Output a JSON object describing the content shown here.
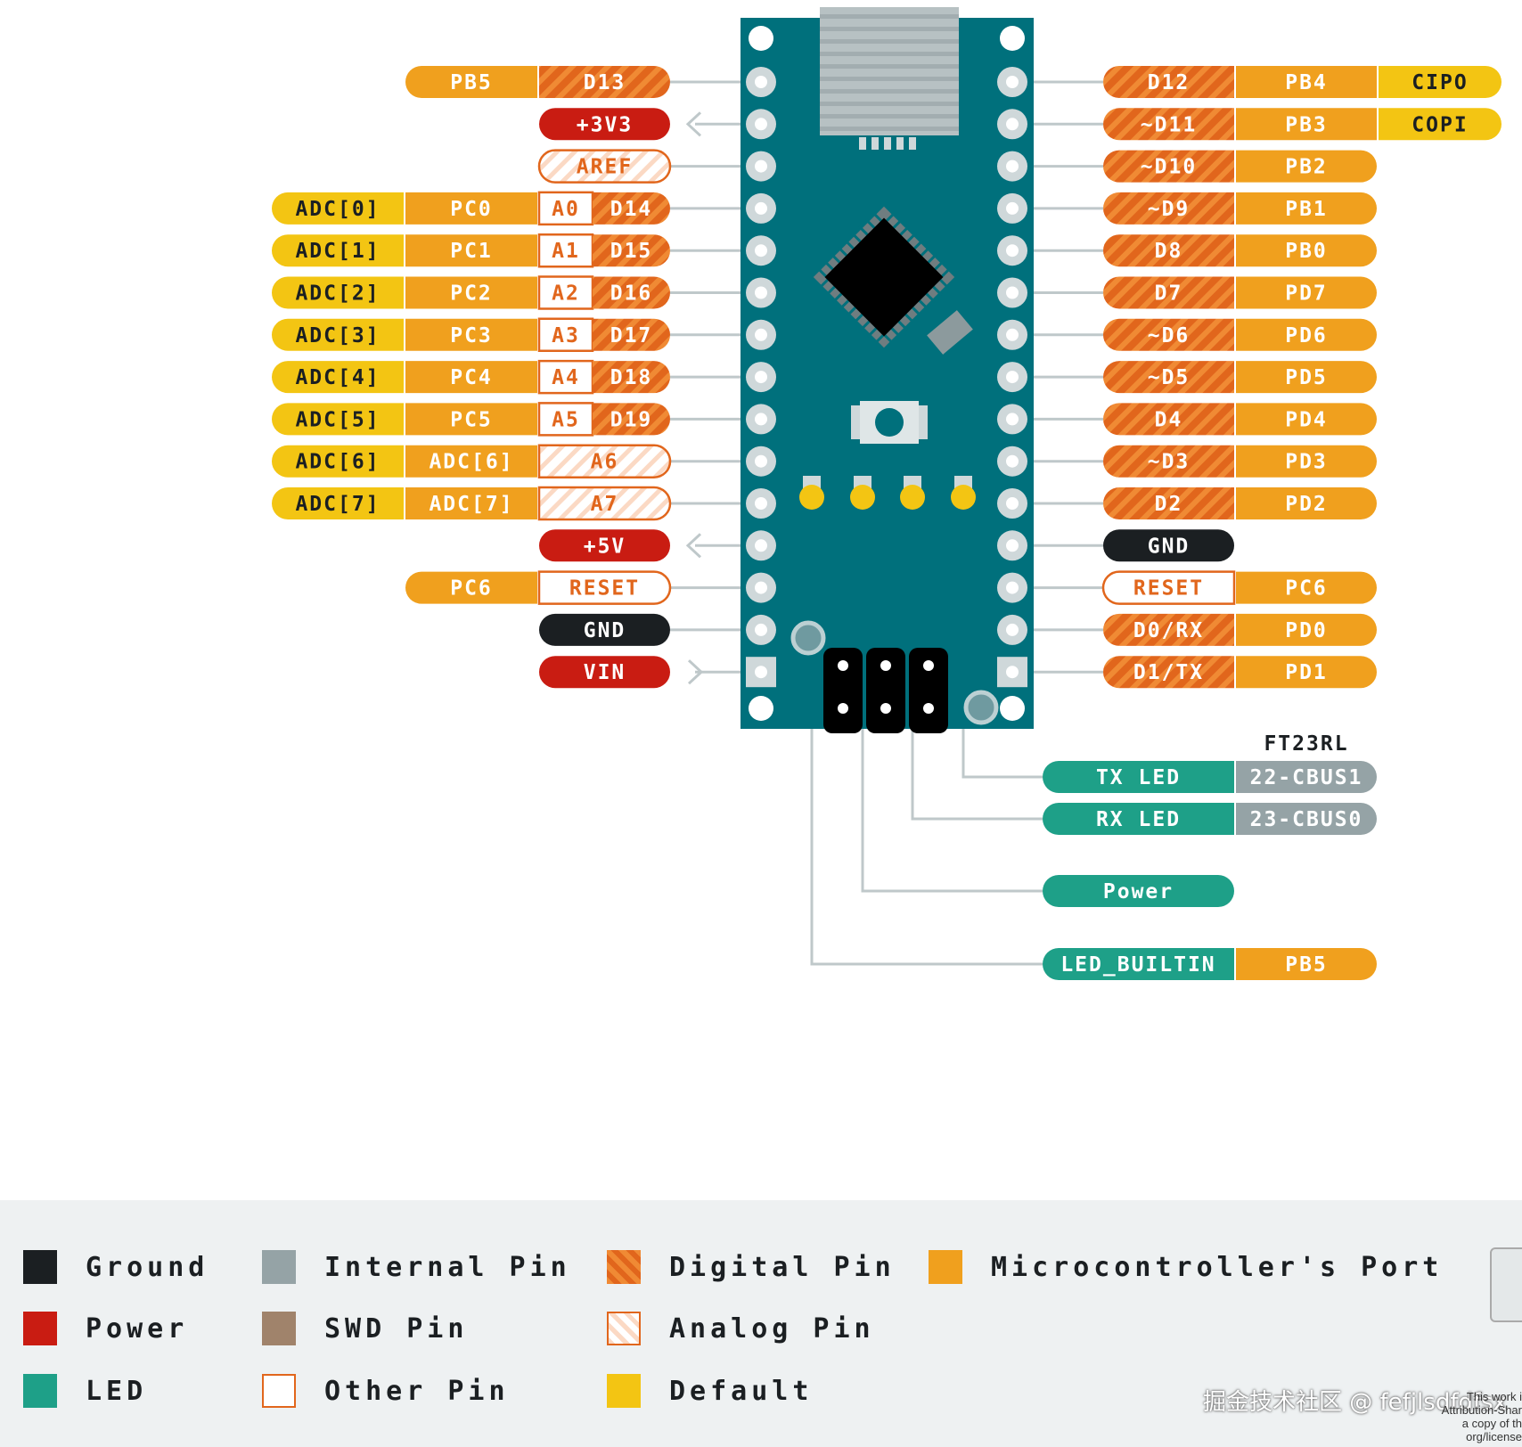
{
  "colors": {
    "board": "#00707c",
    "power": "#c91c12",
    "ground": "#1b1f22",
    "port": "#f0a01e",
    "digital": "#e1661c",
    "digital_stripe": "#f08a34",
    "analog_border": "#e1661c",
    "default": "#f3c513",
    "led": "#1ea088",
    "internal": "#95a3a6",
    "swd": "#a0836b",
    "wire": "#bfc8ca",
    "pin_ring": "#cfd8da"
  },
  "left_pins": [
    {
      "cells": [
        {
          "t": "PB5",
          "k": "port"
        },
        {
          "t": "D13",
          "k": "digital"
        }
      ]
    },
    {
      "cells": [
        {
          "t": "+3V3",
          "k": "power"
        }
      ],
      "arrow": "in"
    },
    {
      "cells": [
        {
          "t": "AREF",
          "k": "analog"
        }
      ]
    },
    {
      "cells": [
        {
          "t": "ADC[0]",
          "k": "default"
        },
        {
          "t": "PC0",
          "k": "port"
        },
        {
          "t": "A0",
          "k": "other"
        },
        {
          "t": "D14",
          "k": "digital"
        }
      ]
    },
    {
      "cells": [
        {
          "t": "ADC[1]",
          "k": "default"
        },
        {
          "t": "PC1",
          "k": "port"
        },
        {
          "t": "A1",
          "k": "other"
        },
        {
          "t": "D15",
          "k": "digital"
        }
      ]
    },
    {
      "cells": [
        {
          "t": "ADC[2]",
          "k": "default"
        },
        {
          "t": "PC2",
          "k": "port"
        },
        {
          "t": "A2",
          "k": "other"
        },
        {
          "t": "D16",
          "k": "digital"
        }
      ]
    },
    {
      "cells": [
        {
          "t": "ADC[3]",
          "k": "default"
        },
        {
          "t": "PC3",
          "k": "port"
        },
        {
          "t": "A3",
          "k": "other"
        },
        {
          "t": "D17",
          "k": "digital"
        }
      ]
    },
    {
      "cells": [
        {
          "t": "ADC[4]",
          "k": "default"
        },
        {
          "t": "PC4",
          "k": "port"
        },
        {
          "t": "A4",
          "k": "other"
        },
        {
          "t": "D18",
          "k": "digital"
        }
      ]
    },
    {
      "cells": [
        {
          "t": "ADC[5]",
          "k": "default"
        },
        {
          "t": "PC5",
          "k": "port"
        },
        {
          "t": "A5",
          "k": "other"
        },
        {
          "t": "D19",
          "k": "digital"
        }
      ]
    },
    {
      "cells": [
        {
          "t": "ADC[6]",
          "k": "default"
        },
        {
          "t": "ADC[6]",
          "k": "port"
        },
        {
          "t": "A6",
          "k": "analog"
        }
      ]
    },
    {
      "cells": [
        {
          "t": "ADC[7]",
          "k": "default"
        },
        {
          "t": "ADC[7]",
          "k": "port"
        },
        {
          "t": "A7",
          "k": "analog"
        }
      ]
    },
    {
      "cells": [
        {
          "t": "+5V",
          "k": "power"
        }
      ],
      "arrow": "in"
    },
    {
      "cells": [
        {
          "t": "PC6",
          "k": "port"
        },
        {
          "t": "RESET",
          "k": "other"
        }
      ]
    },
    {
      "cells": [
        {
          "t": "GND",
          "k": "ground"
        }
      ]
    },
    {
      "cells": [
        {
          "t": "VIN",
          "k": "power"
        }
      ],
      "arrow": "out"
    }
  ],
  "right_pins": [
    {
      "cells": [
        {
          "t": "D12",
          "k": "digital"
        },
        {
          "t": "PB4",
          "k": "port"
        },
        {
          "t": "CIPO",
          "k": "default"
        }
      ]
    },
    {
      "cells": [
        {
          "t": "~D11",
          "k": "digital"
        },
        {
          "t": "PB3",
          "k": "port"
        },
        {
          "t": "COPI",
          "k": "default"
        }
      ]
    },
    {
      "cells": [
        {
          "t": "~D10",
          "k": "digital"
        },
        {
          "t": "PB2",
          "k": "port"
        }
      ]
    },
    {
      "cells": [
        {
          "t": "~D9",
          "k": "digital"
        },
        {
          "t": "PB1",
          "k": "port"
        }
      ]
    },
    {
      "cells": [
        {
          "t": "D8",
          "k": "digital"
        },
        {
          "t": "PB0",
          "k": "port"
        }
      ]
    },
    {
      "cells": [
        {
          "t": "D7",
          "k": "digital"
        },
        {
          "t": "PD7",
          "k": "port"
        }
      ]
    },
    {
      "cells": [
        {
          "t": "~D6",
          "k": "digital"
        },
        {
          "t": "PD6",
          "k": "port"
        }
      ]
    },
    {
      "cells": [
        {
          "t": "~D5",
          "k": "digital"
        },
        {
          "t": "PD5",
          "k": "port"
        }
      ]
    },
    {
      "cells": [
        {
          "t": "D4",
          "k": "digital"
        },
        {
          "t": "PD4",
          "k": "port"
        }
      ]
    },
    {
      "cells": [
        {
          "t": "~D3",
          "k": "digital"
        },
        {
          "t": "PD3",
          "k": "port"
        }
      ]
    },
    {
      "cells": [
        {
          "t": "D2",
          "k": "digital"
        },
        {
          "t": "PD2",
          "k": "port"
        }
      ]
    },
    {
      "cells": [
        {
          "t": "GND",
          "k": "ground"
        }
      ]
    },
    {
      "cells": [
        {
          "t": "RESET",
          "k": "other"
        },
        {
          "t": "PC6",
          "k": "port"
        }
      ]
    },
    {
      "cells": [
        {
          "t": "D0/RX",
          "k": "digital"
        },
        {
          "t": "PD0",
          "k": "port"
        }
      ]
    },
    {
      "cells": [
        {
          "t": "D1/TX",
          "k": "digital"
        },
        {
          "t": "PD1",
          "k": "port"
        }
      ]
    }
  ],
  "bottom_heading": "FT23RL",
  "bottom_labels": [
    {
      "cells": [
        {
          "t": "TX LED",
          "k": "led"
        },
        {
          "t": "22-CBUS1",
          "k": "internal"
        }
      ]
    },
    {
      "cells": [
        {
          "t": "RX LED",
          "k": "led"
        },
        {
          "t": "23-CBUS0",
          "k": "internal"
        }
      ]
    },
    {
      "cells": [
        {
          "t": "Power",
          "k": "led"
        }
      ]
    },
    {
      "cells": [
        {
          "t": "LED_BUILTIN",
          "k": "led"
        },
        {
          "t": "PB5",
          "k": "port"
        }
      ]
    }
  ],
  "legend": [
    {
      "label": "Ground",
      "k": "ground"
    },
    {
      "label": "Power",
      "k": "power"
    },
    {
      "label": "LED",
      "k": "led"
    },
    {
      "label": "Internal Pin",
      "k": "internal"
    },
    {
      "label": "SWD Pin",
      "k": "swd"
    },
    {
      "label": "Other Pin",
      "k": "other"
    },
    {
      "label": "Digital Pin",
      "k": "digital"
    },
    {
      "label": "Analog Pin",
      "k": "analog"
    },
    {
      "label": "Default",
      "k": "default"
    },
    {
      "label": "Microcontroller's Port",
      "k": "port"
    }
  ],
  "watermark": "掘金技术社区 @ fefjlsdfdfsx",
  "license_lines": [
    "This work i",
    "Attribution-Shar",
    "a copy of th",
    "org/license"
  ]
}
